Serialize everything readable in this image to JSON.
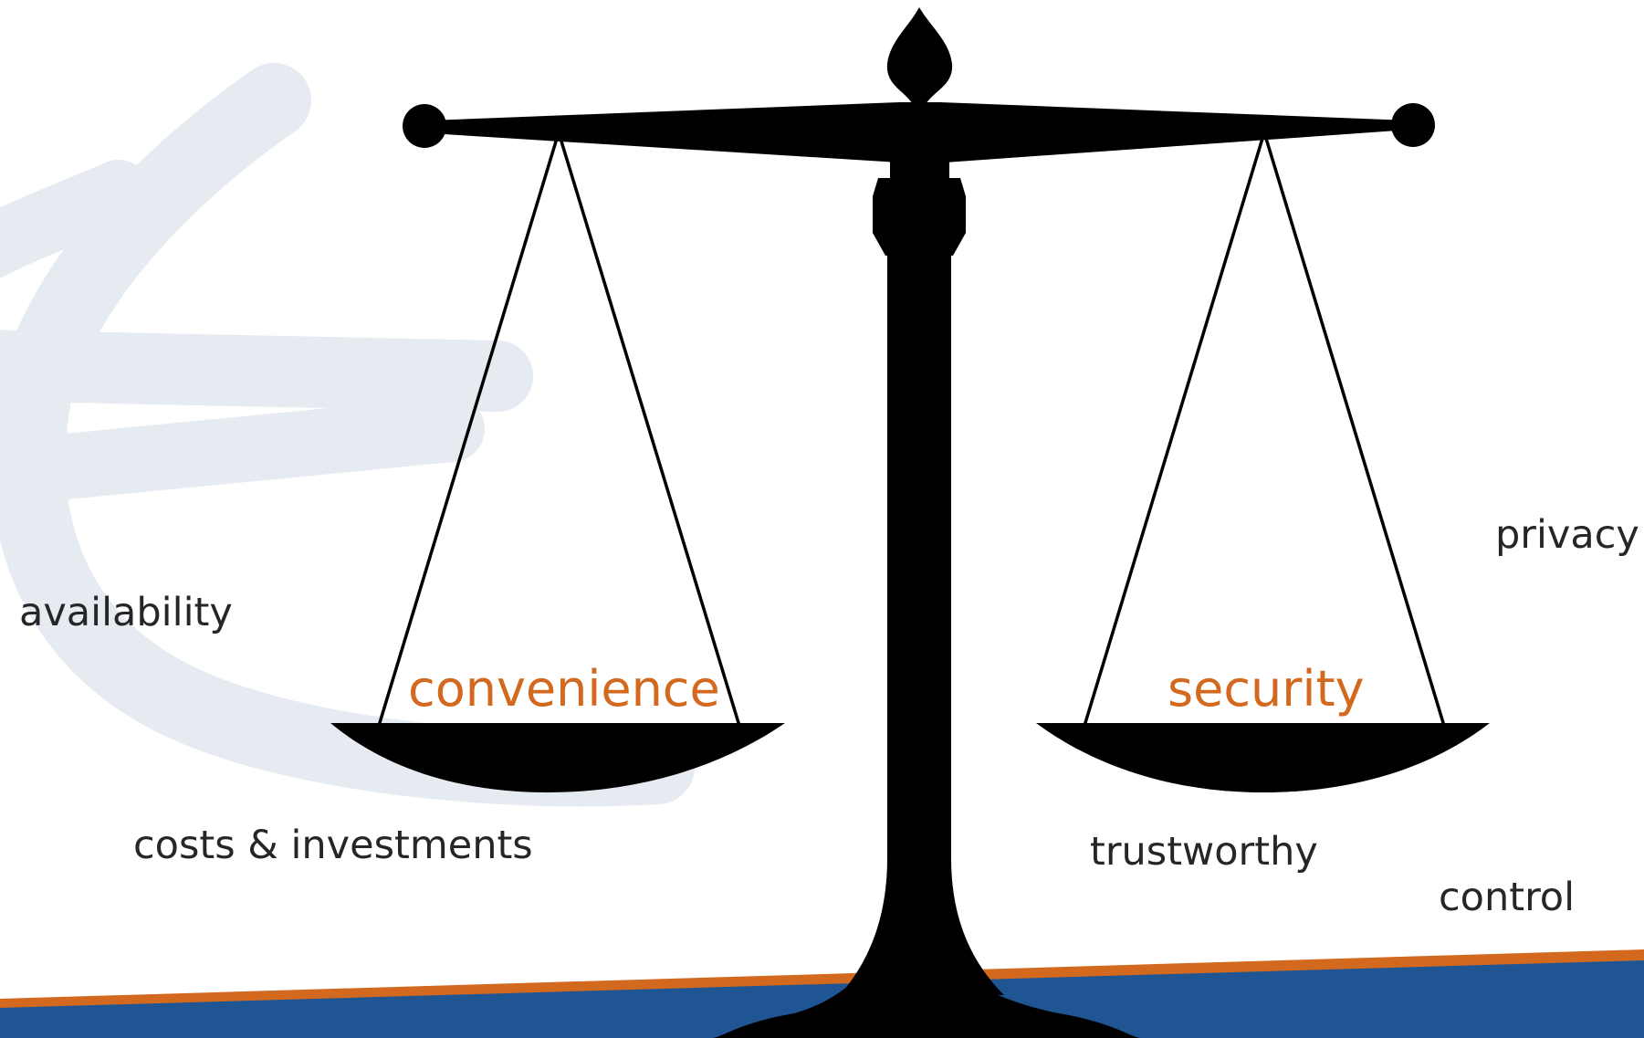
{
  "colors": {
    "accent": "#d2691e",
    "text": "#262626",
    "footer_blue": "#1f5592",
    "footer_stripe": "#d2691e",
    "watermark": "#e6ebf1",
    "scale": "#000000"
  },
  "diagram": {
    "left_pan_label": "convenience",
    "right_pan_label": "security",
    "left_side_terms": {
      "availability": "availability",
      "costs": "costs & investments"
    },
    "right_side_terms": {
      "privacy": "privacy",
      "trustworthy": "trustworthy",
      "control": "control"
    }
  },
  "decor": {
    "icon": "balance-scale-icon",
    "watermark_icon": "euro-sign-watermark-icon"
  }
}
